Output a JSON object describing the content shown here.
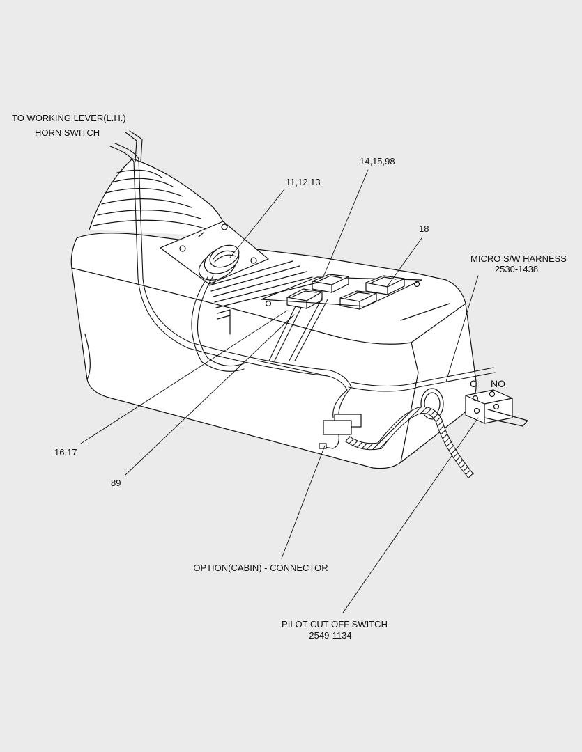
{
  "labels": {
    "to_working_lever": "TO WORKING LEVER(L.H.)",
    "horn_switch": "HORN SWITCH",
    "ref_11_12_13": "11,12,13",
    "ref_14_15_98": "14,15,98",
    "ref_18": "18",
    "micro_sw_harness": "MICRO S/W HARNESS",
    "micro_sw_harness_no": "2530-1438",
    "c": "C",
    "no": "NO",
    "ref_16_17": "16,17",
    "ref_89": "89",
    "option_cabin_connector": "OPTION(CABIN) - CONNECTOR",
    "pilot_cut_off_switch": "PILOT CUT OFF SWITCH",
    "pilot_cut_off_switch_no": "2549-1134"
  },
  "colors": {
    "background": "#ebebeb",
    "line": "#111111",
    "fill": "#ffffff"
  }
}
